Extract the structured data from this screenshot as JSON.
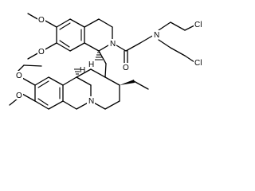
{
  "atoms": {
    "n_top": "N",
    "n_amine": "N",
    "n_bottom": "N",
    "o_carbonyl": "O",
    "cl_upper": "Cl",
    "cl_lower": "Cl",
    "o_ome_1": "O",
    "o_ome_2": "O",
    "o_ome_3": "O",
    "o_ome_4": "O",
    "h_top": "H",
    "h_bottom": "H"
  },
  "colors": {
    "ink": "#000000",
    "background": "#ffffff"
  }
}
